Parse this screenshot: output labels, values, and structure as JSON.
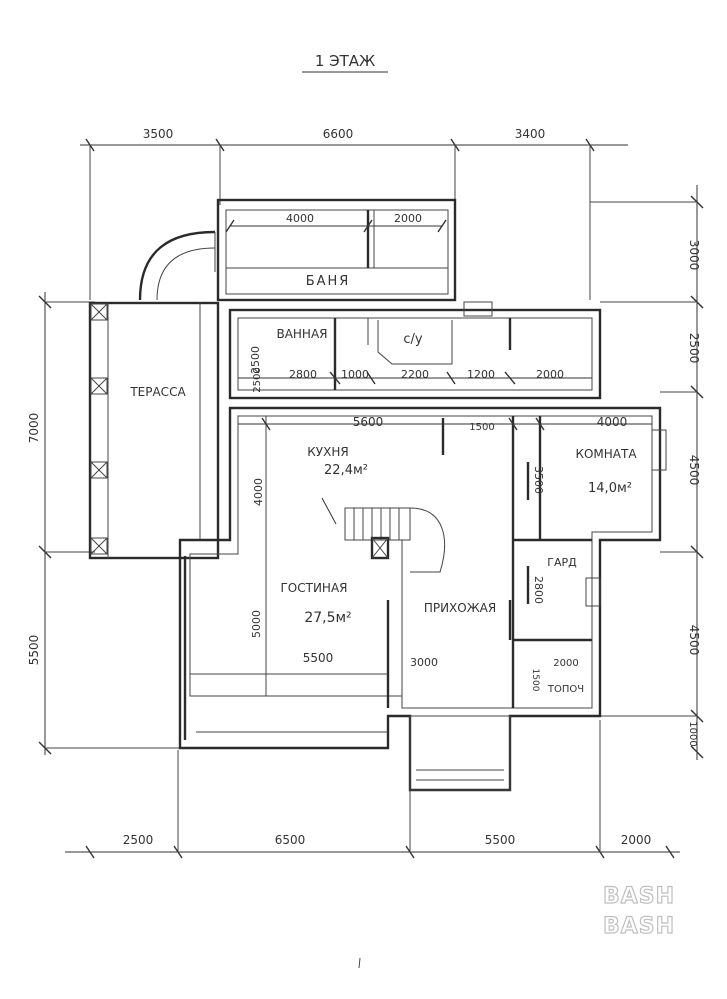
{
  "title": "1 ЭТАЖ",
  "rooms": {
    "banya": "БАНЯ",
    "vannaya": "ВАННАЯ",
    "su": "с/у",
    "terrace": "ТЕРАССА",
    "kitchen": "КУХНЯ",
    "kitchen_area": "22,4м²",
    "room": "КОМНАТА",
    "room_area": "14,0м²",
    "living": "ГОСТИНАЯ",
    "living_area": "27,5м²",
    "hall": "ПРИХОЖАЯ",
    "garderob": "ГАРД",
    "topochnaya": "ТОПОЧ"
  },
  "dims": {
    "top_1": "3500",
    "top_2": "6600",
    "top_3": "3400",
    "bottom_1": "2500",
    "bottom_2": "6500",
    "bottom_3": "5500",
    "bottom_4": "2000",
    "left_1": "7000",
    "left_2": "5500",
    "right_1": "3000",
    "right_2": "2500",
    "right_3": "4500",
    "right_4": "4500",
    "right_5": "1000",
    "banya_w1": "4000",
    "banya_w2": "2000",
    "bath_h": "2500",
    "bath_h2": "2500",
    "bath_2800": "2800",
    "bath_1000": "1000",
    "bath_2200": "2200",
    "bath_1200": "1200",
    "bath_2000": "2000",
    "kitchen_w": "5600",
    "kitchen_1500": "1500",
    "room_w": "4000",
    "kitchen_h": "4000",
    "room_h": "3500",
    "gard_h": "2800",
    "living_h": "5000",
    "living_w": "5500",
    "hall_w": "3000",
    "topoch_w": "2000",
    "topoch_h": "1500"
  },
  "logo": {
    "line1": "BASH",
    "line2": "BASH"
  }
}
